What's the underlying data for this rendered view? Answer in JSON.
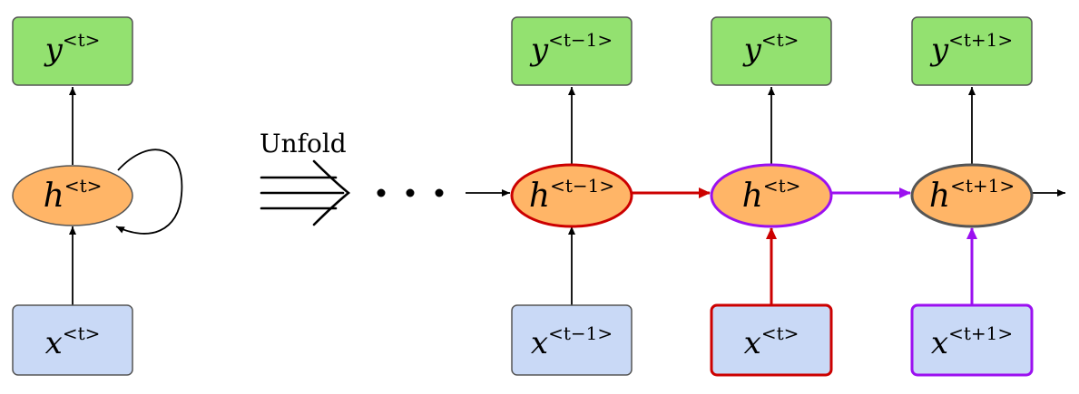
{
  "colors": {
    "output_fill": "#93e170",
    "hidden_fill": "#ffb567",
    "input_fill": "#c9d9f6",
    "default_stroke": "#555555",
    "red": "#cc0000",
    "purple": "#9b10f0",
    "dark_gray": "#555555",
    "arrow_black": "#000000"
  },
  "folded": {
    "output": {
      "base": "y",
      "sup": "<t>"
    },
    "hidden": {
      "base": "h",
      "sup": "<t>"
    },
    "input": {
      "base": "x",
      "sup": "<t>"
    }
  },
  "unfold": {
    "label": "Unfold",
    "arrow_glyph": "⇛",
    "ellipsis": "• • •"
  },
  "steps": [
    {
      "output": {
        "base": "y",
        "sup": "<t−1>"
      },
      "hidden": {
        "base": "h",
        "sup": "<t−1>"
      },
      "input": {
        "base": "x",
        "sup": "<t−1>"
      }
    },
    {
      "output": {
        "base": "y",
        "sup": "<t>"
      },
      "hidden": {
        "base": "h",
        "sup": "<t>"
      },
      "input": {
        "base": "x",
        "sup": "<t>"
      }
    },
    {
      "output": {
        "base": "y",
        "sup": "<t+1>"
      },
      "hidden": {
        "base": "h",
        "sup": "<t+1>"
      },
      "input": {
        "base": "x",
        "sup": "<t+1>"
      }
    }
  ]
}
